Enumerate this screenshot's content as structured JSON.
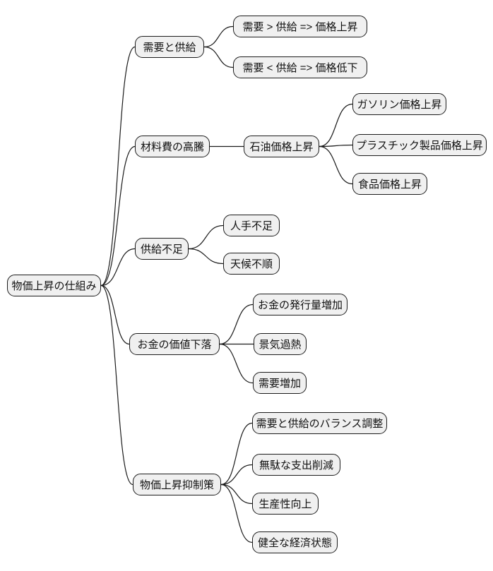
{
  "diagram": {
    "type": "mindmap",
    "colors": {
      "background": "#ffffff",
      "node_fill": "#f0f0f0",
      "node_border": "#1b1b1b",
      "edge_stroke": "#1b1b1b",
      "text": "#111111"
    },
    "nodes": {
      "root": "物価上昇の仕組み",
      "demand_supply": "需要と供給",
      "demand_gt_supply": "需要 > 供給 => 価格上昇",
      "demand_lt_supply": "需要 < 供給 => 価格低下",
      "material_costs": "材料費の高騰",
      "oil_price": "石油価格上昇",
      "gasoline_price": "ガソリン価格上昇",
      "plastic_price": "プラスチック製品価格上昇",
      "food_price": "食品価格上昇",
      "supply_shortage": "供給不足",
      "labor_shortage": "人手不足",
      "bad_weather": "天候不順",
      "money_devaluation": "お金の価値下落",
      "money_issuance_increase": "お金の発行量増加",
      "economic_overheating": "景気過熱",
      "demand_increase": "需要増加",
      "inflation_countermeasures": "物価上昇抑制策",
      "supply_demand_balance": "需要と供給のバランス調整",
      "wasteful_spending_cut": "無駄な支出削減",
      "productivity_improvement": "生産性向上",
      "healthy_economy": "健全な経済状態"
    },
    "edges": [
      [
        "root",
        "demand_supply"
      ],
      [
        "root",
        "material_costs"
      ],
      [
        "root",
        "supply_shortage"
      ],
      [
        "root",
        "money_devaluation"
      ],
      [
        "root",
        "inflation_countermeasures"
      ],
      [
        "demand_supply",
        "demand_gt_supply"
      ],
      [
        "demand_supply",
        "demand_lt_supply"
      ],
      [
        "material_costs",
        "oil_price"
      ],
      [
        "oil_price",
        "gasoline_price"
      ],
      [
        "oil_price",
        "plastic_price"
      ],
      [
        "oil_price",
        "food_price"
      ],
      [
        "supply_shortage",
        "labor_shortage"
      ],
      [
        "supply_shortage",
        "bad_weather"
      ],
      [
        "money_devaluation",
        "money_issuance_increase"
      ],
      [
        "money_devaluation",
        "economic_overheating"
      ],
      [
        "money_devaluation",
        "demand_increase"
      ],
      [
        "inflation_countermeasures",
        "supply_demand_balance"
      ],
      [
        "inflation_countermeasures",
        "wasteful_spending_cut"
      ],
      [
        "inflation_countermeasures",
        "productivity_improvement"
      ],
      [
        "inflation_countermeasures",
        "healthy_economy"
      ]
    ]
  }
}
